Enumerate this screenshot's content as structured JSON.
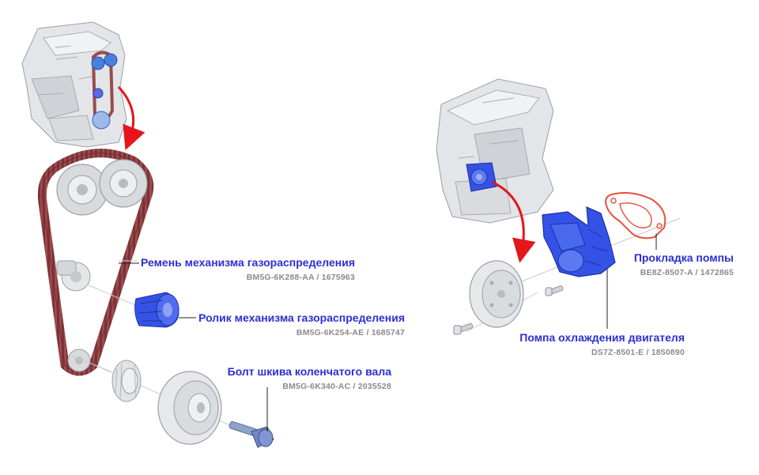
{
  "colors": {
    "title": "#2b2fd6",
    "part_number": "#8a8a8a",
    "belt": "#9b4a4e",
    "arrow": "#e4161c",
    "gasket": "#e5503a",
    "blue_part": "#3552e6",
    "engine_gray": "#d7d9dc"
  },
  "labels": {
    "timing_belt": {
      "title": "Ремень механизма газораспределения",
      "part_number": "BM5G-6K288-AA / 1675963"
    },
    "timing_roller": {
      "title": "Ролик механизма газораспределения",
      "part_number": "BM5G-6K254-AE / 1685747"
    },
    "crank_bolt": {
      "title": "Болт шкива коленчатого вала",
      "part_number": "BM5G-6K340-AC / 2035528"
    },
    "pump_gasket": {
      "title": "Прокладка помпы",
      "part_number": "BE8Z-8507-A / 1472865"
    },
    "water_pump": {
      "title": "Помпа охлаждения двигателя",
      "part_number": "DS7Z-8501-E / 1850890"
    }
  }
}
